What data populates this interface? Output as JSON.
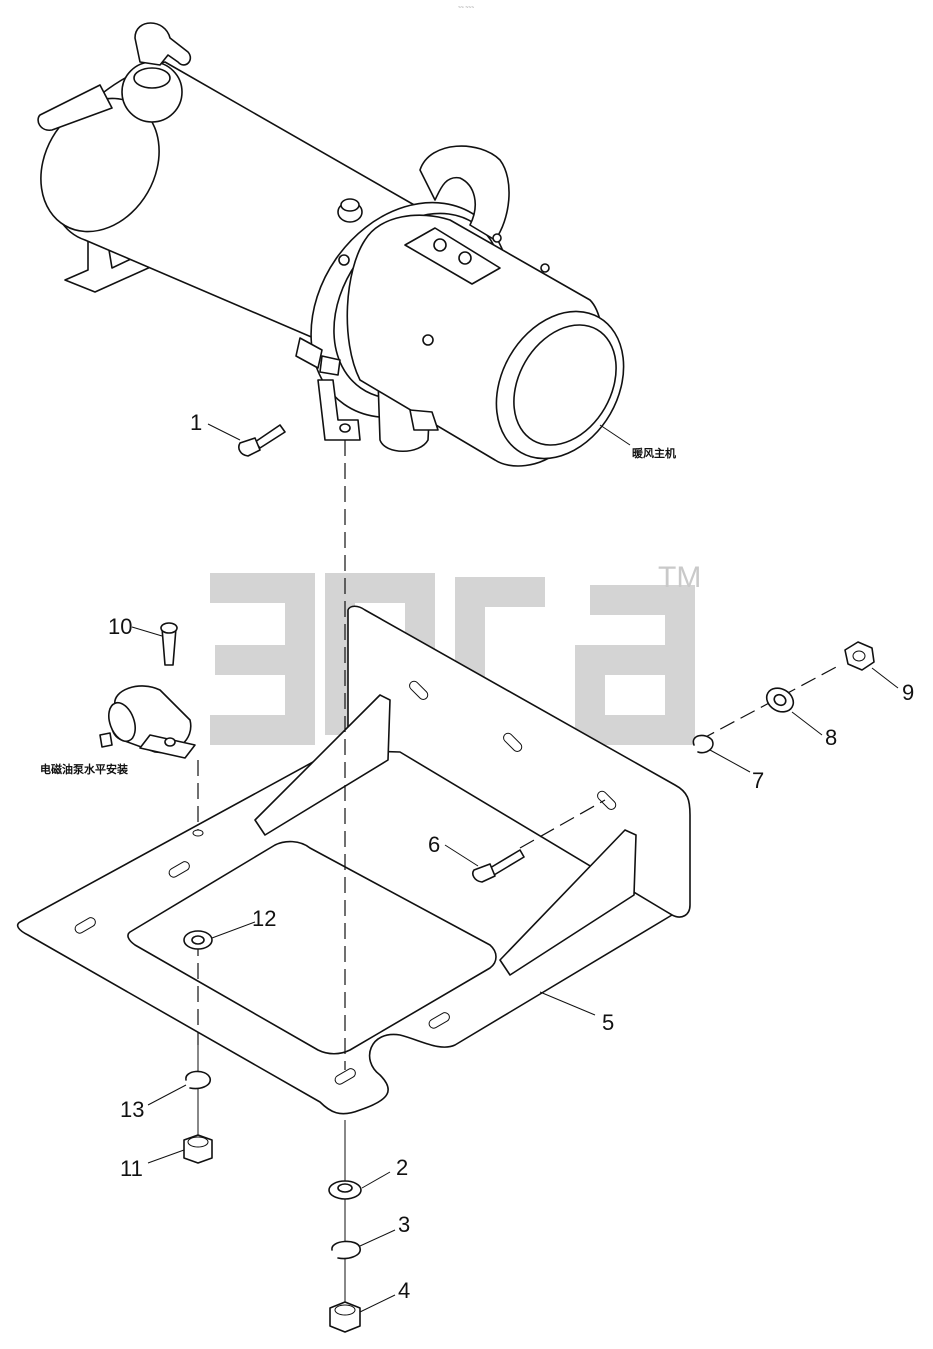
{
  "header": {
    "tiny_mark": "~~ ~~~"
  },
  "watermark": {
    "trademark": "TM"
  },
  "labels": {
    "heater_main_unit": "暖风主机",
    "pump_note": "电磁油泵水平安装"
  },
  "callouts": [
    {
      "id": "1",
      "text": "1"
    },
    {
      "id": "2",
      "text": "2"
    },
    {
      "id": "3",
      "text": "3"
    },
    {
      "id": "4",
      "text": "4"
    },
    {
      "id": "5",
      "text": "5"
    },
    {
      "id": "6",
      "text": "6"
    },
    {
      "id": "7",
      "text": "7"
    },
    {
      "id": "8",
      "text": "8"
    },
    {
      "id": "9",
      "text": "9"
    },
    {
      "id": "10",
      "text": "10"
    },
    {
      "id": "11",
      "text": "11"
    },
    {
      "id": "12",
      "text": "12"
    },
    {
      "id": "13",
      "text": "13"
    }
  ]
}
